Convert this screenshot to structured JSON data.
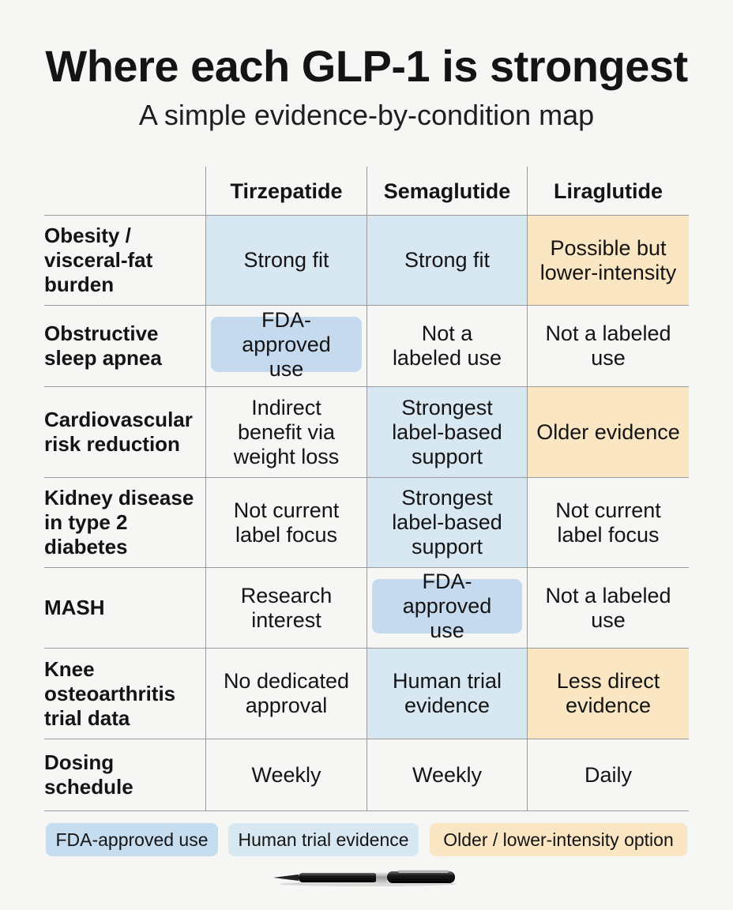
{
  "header": {
    "title": "Where each GLP-1 is strongest",
    "subtitle": "A simple evidence-by-condition map"
  },
  "table": {
    "columns": [
      "Tirzepatide",
      "Semaglutide",
      "Liraglutide"
    ],
    "rows": [
      {
        "condition": "Obesity / visceral-fat burden",
        "cells": [
          {
            "text": "Strong fit",
            "style": "trial"
          },
          {
            "text": "Strong fit",
            "style": "trial"
          },
          {
            "text": "Possible but lower-intensity",
            "style": "older"
          }
        ]
      },
      {
        "condition": "Obstructive sleep apnea",
        "cells": [
          {
            "text": "FDA-approved use",
            "style": "fda"
          },
          {
            "text": "Not a labeled use",
            "style": "none"
          },
          {
            "text": "Not a labeled use",
            "style": "none"
          }
        ]
      },
      {
        "condition": "Cardiovascular risk reduction",
        "cells": [
          {
            "text": "Indirect benefit via weight loss",
            "style": "none"
          },
          {
            "text": "Strongest label-based support",
            "style": "trial"
          },
          {
            "text": "Older evidence",
            "style": "older"
          }
        ]
      },
      {
        "condition": "Kidney disease in type 2 diabetes",
        "cells": [
          {
            "text": "Not current label focus",
            "style": "none"
          },
          {
            "text": "Strongest label-based support",
            "style": "trial"
          },
          {
            "text": "Not current label focus",
            "style": "none"
          }
        ]
      },
      {
        "condition": "MASH",
        "cells": [
          {
            "text": "Research interest",
            "style": "none"
          },
          {
            "text": "FDA-approved use",
            "style": "fda"
          },
          {
            "text": "Not a labeled use",
            "style": "none"
          }
        ]
      },
      {
        "condition": "Knee osteoarthritis trial data",
        "cells": [
          {
            "text": "No dedicated approval",
            "style": "none"
          },
          {
            "text": "Human trial evidence",
            "style": "trial"
          },
          {
            "text": "Less direct evidence",
            "style": "older"
          }
        ]
      },
      {
        "condition": "Dosing schedule",
        "cells": [
          {
            "text": "Weekly",
            "style": "none"
          },
          {
            "text": "Weekly",
            "style": "none"
          },
          {
            "text": "Daily",
            "style": "none"
          }
        ]
      }
    ]
  },
  "legend": {
    "fda": "FDA-approved use",
    "trial": "Human trial evidence",
    "older": "Older / lower-intensity option"
  },
  "colors": {
    "fda": "#c5daef",
    "trial": "#d8e8f3",
    "older": "#fbe6c3",
    "background": "#f6f6f5"
  },
  "icons": {
    "decoration": "pen-icon"
  }
}
